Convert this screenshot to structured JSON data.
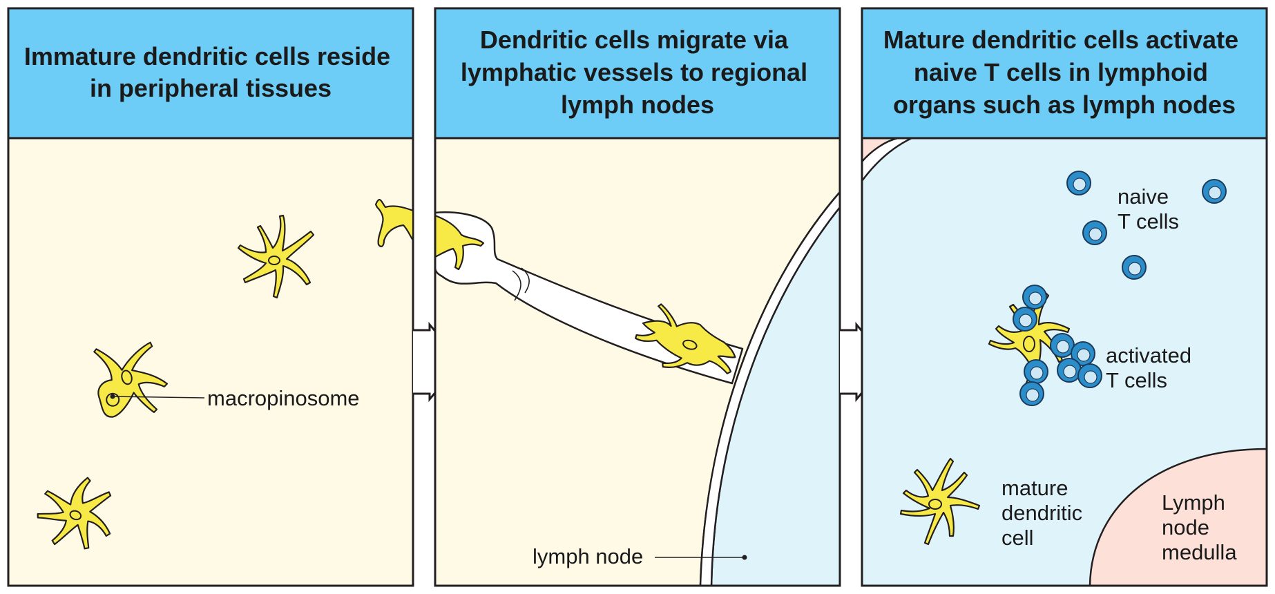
{
  "panels": [
    {
      "title_lines": [
        "Immature dendritic cells reside",
        "in peripheral tissues"
      ]
    },
    {
      "title_lines": [
        "Dendritic cells migrate via",
        "lymphatic vessels to regional",
        "lymph nodes"
      ]
    },
    {
      "title_lines": [
        "Mature dendritic cells activate",
        "naive T cells in lymphoid",
        "organs such as lymph nodes"
      ]
    }
  ],
  "labels": {
    "macropinosome": "macropinosome",
    "lymph_node": "lymph node",
    "naive_t_cells": [
      "naive",
      "T cells"
    ],
    "activated_t_cells": [
      "activated",
      "T cells"
    ],
    "mature_dendritic_cell": [
      "mature",
      "dendritic",
      "cell"
    ],
    "lymph_node_medulla": [
      "Lymph",
      "node",
      "medulla"
    ]
  },
  "colors": {
    "header_blue": "#6dcdf6",
    "tissue_cream": "#fefae6",
    "lymph_node_blue": "#dff3fb",
    "medulla_pink": "#fde0d8",
    "dendritic_cell_yellow": "#f7ea46",
    "t_cell_blue": "#2b8ecb"
  }
}
